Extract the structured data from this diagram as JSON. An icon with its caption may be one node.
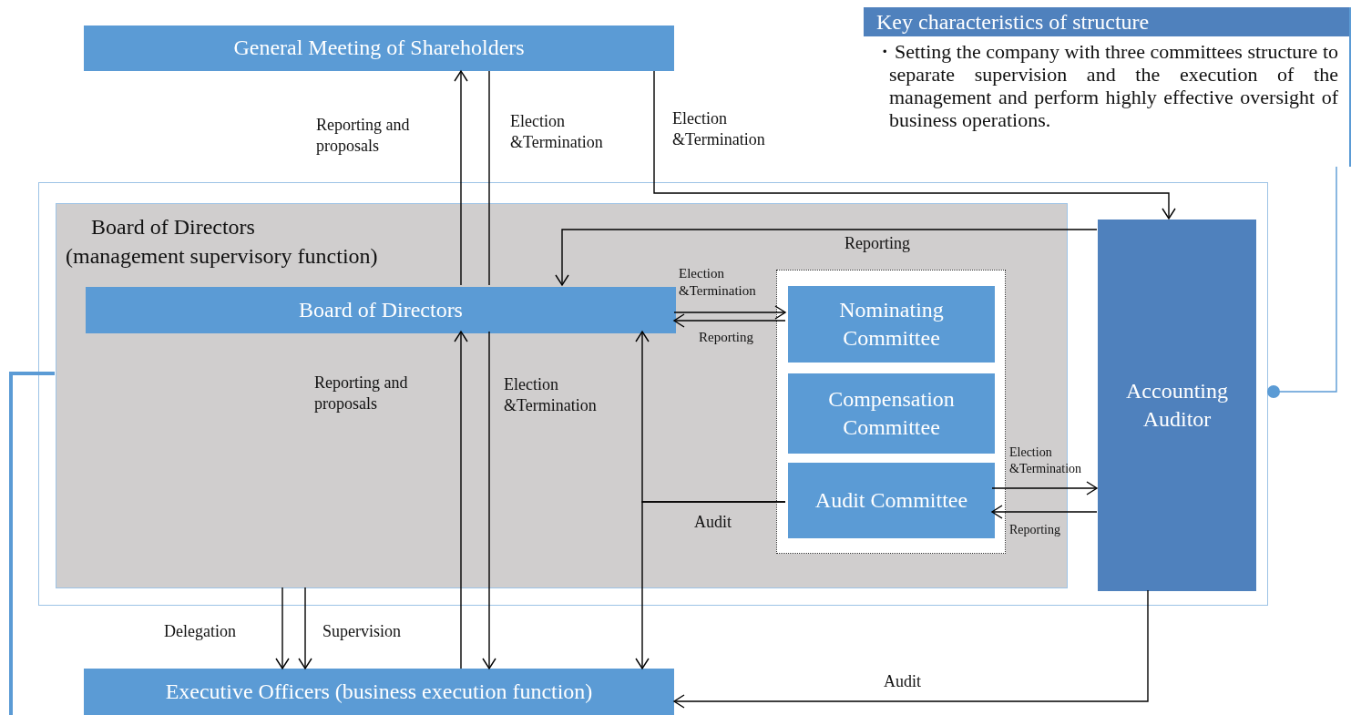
{
  "diagram": {
    "nodes": [
      {
        "text": [
          "General Meeting of Shareholders"
        ]
      },
      {
        "text": [],
        "shape": "box"
      },
      {
        "text": [
          "Board of Directors",
          "(management supervisory function)"
        ],
        "in": 1
      },
      {
        "text": [
          "Board of Directors"
        ],
        "in": 2
      },
      {
        "text": [],
        "shape": "box",
        "in": 2
      },
      {
        "text": [
          "Nominating Committee"
        ],
        "in": 4
      },
      {
        "text": [
          "Compensation Committee"
        ],
        "in": 4
      },
      {
        "text": [
          "Audit Committee"
        ],
        "in": 4
      },
      {
        "text": [
          "Accounting Auditor"
        ],
        "in": 1
      },
      {
        "text": [
          "Executive Officers (business execution function)"
        ]
      },
      {
        "text": [
          "Key characteristics of structure",
          "・Setting the company with three committees structure to separate supervision and the execution of the management and perform highly effective oversight of business operations."
        ]
      }
    ],
    "edges": [
      {
        "from": 3,
        "to": 0,
        "arrow": "to",
        "label": "Reporting and proposals"
      },
      {
        "from": 0,
        "to": 3,
        "arrow": "none",
        "label": "Election &Termination"
      },
      {
        "from": 0,
        "to": 8,
        "arrow": "to",
        "label": "Election &Termination"
      },
      {
        "from": 8,
        "to": 3,
        "arrow": "to",
        "label": "Reporting"
      },
      {
        "from": 3,
        "to": 5,
        "arrow": "to",
        "label": "Election &Termination"
      },
      {
        "from": 5,
        "to": 3,
        "arrow": "to",
        "label": "Reporting"
      },
      {
        "from": 3,
        "to": 9,
        "arrow": "to",
        "label": "Election &Termination"
      },
      {
        "from": 9,
        "to": 3,
        "arrow": "to",
        "label": "Reporting and proposals"
      },
      {
        "from": 7,
        "to": 3,
        "arrow": "to",
        "label": "Audit"
      },
      {
        "from": 7,
        "to": 9,
        "arrow": "to"
      },
      {
        "from": 7,
        "to": 8,
        "arrow": "to",
        "label": "Election &Termination"
      },
      {
        "from": 8,
        "to": 7,
        "arrow": "to",
        "label": "Reporting"
      },
      {
        "from": 2,
        "to": 9,
        "arrow": "to",
        "label": "Delegation"
      },
      {
        "from": 2,
        "to": 9,
        "arrow": "to",
        "label": "Supervision"
      },
      {
        "from": 8,
        "to": 9,
        "arrow": "to",
        "label": "Audit"
      },
      {
        "from": 10,
        "to": 1,
        "arrow": "other",
        "color": "#5b9bd5"
      },
      {
        "from": 2,
        "to": null,
        "arrow": "none",
        "style": "thick",
        "color": "#5b9bd5"
      }
    ]
  }
}
